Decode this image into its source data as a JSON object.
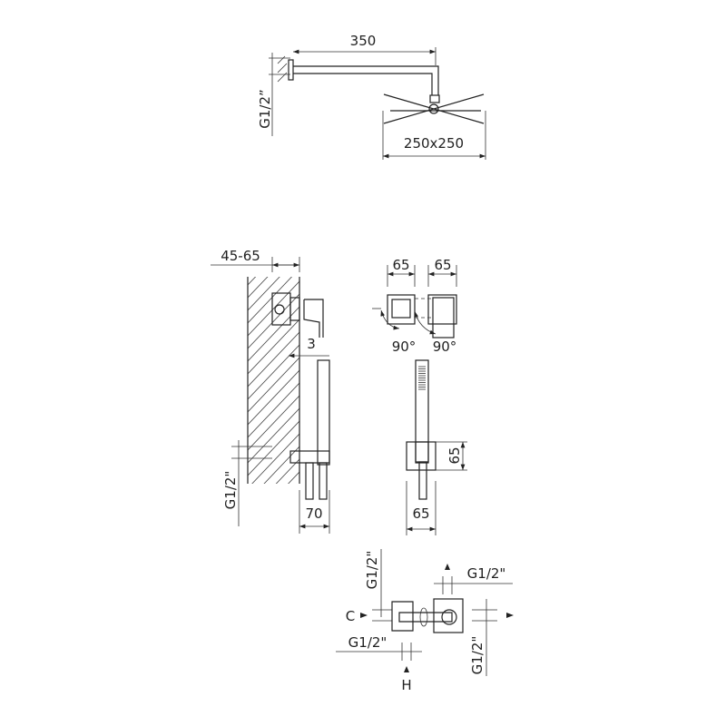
{
  "head_shower": {
    "arm_length": "350",
    "connection": "G1/2”",
    "head_size": "250x250"
  },
  "side_view": {
    "wall_depth": "45-65",
    "gap": "3",
    "connection": "G1/2\"",
    "projection": "70"
  },
  "front_view": {
    "width_left": "65",
    "width_right": "65",
    "rotation_left": "90°",
    "rotation_right": "90°",
    "bracket_height": "65",
    "bracket_width": "65"
  },
  "valve_body": {
    "top_connection": "G1/2\"",
    "upper_right_connection": "G1/2\"",
    "cold_label": "C",
    "lower_left_connection": "G1/2\"",
    "hot_label": "H",
    "right_connection": "G1/2\""
  },
  "colors": {
    "line": "#222222",
    "background": "#ffffff"
  }
}
